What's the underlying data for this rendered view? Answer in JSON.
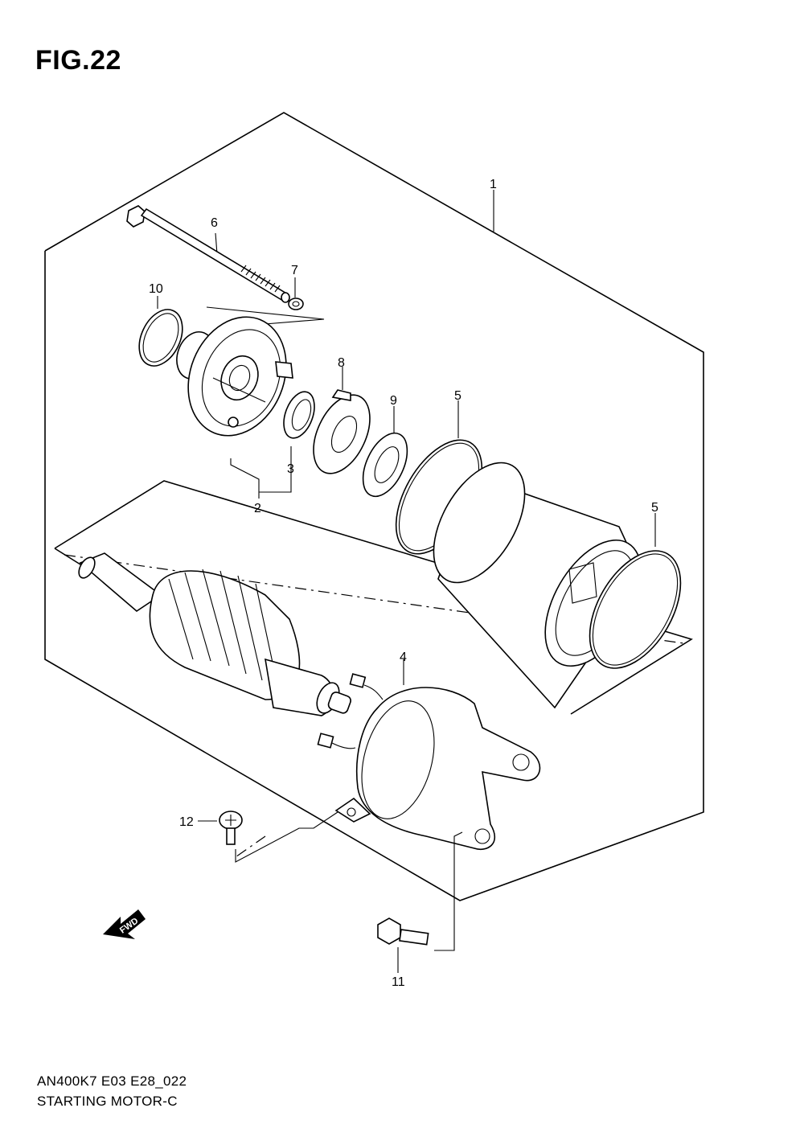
{
  "figure": {
    "title": "FIG.22"
  },
  "callouts": [
    "1",
    "2",
    "3",
    "4",
    "5",
    "5",
    "6",
    "7",
    "8",
    "9",
    "10",
    "11",
    "12"
  ],
  "fwd_label": "FWD",
  "footer": {
    "code": "AN400K7 E03 E28_022",
    "name": "STARTING MOTOR-C"
  }
}
